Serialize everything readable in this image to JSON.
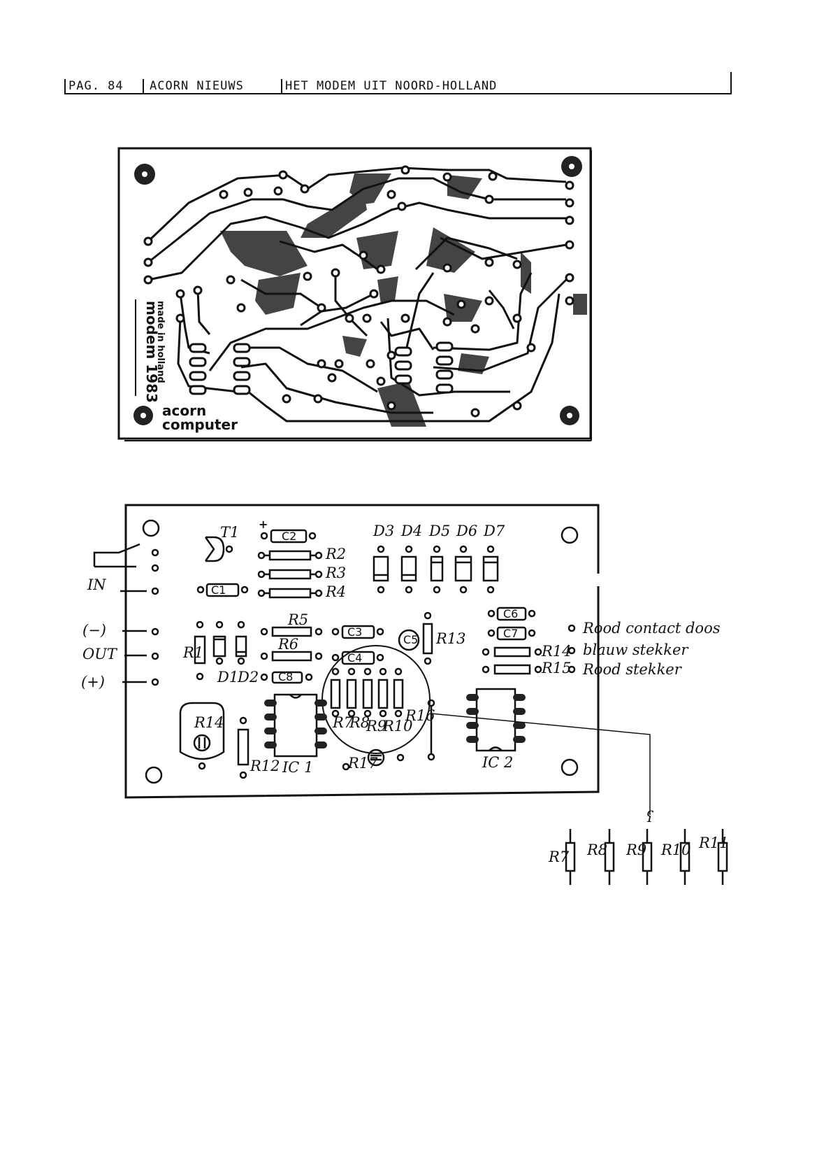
{
  "header": {
    "page": "PAG. 84",
    "magazine": "ACORN NIEUWS",
    "article": "HET MODEM UIT NOORD-HOLLAND"
  },
  "pcb_layout": {
    "board_text_1": "modem 1983",
    "board_text_2": "made in holland",
    "logo_line_1": "acorn",
    "logo_line_2": "computer"
  },
  "component_layout": {
    "io_labels": [
      "IN",
      "(−)",
      "OUT",
      "(+)"
    ],
    "components": {
      "T1": "T1",
      "C1": "C1",
      "C2": "C2",
      "C3": "C3",
      "C4": "C4",
      "C5": "C5",
      "C6": "C6",
      "C7": "C7",
      "C8": "C8",
      "R1": "R1",
      "R2": "R2",
      "R3": "R3",
      "R4": "R4",
      "R5": "R5",
      "R6": "R6",
      "R7": "R7",
      "R8": "R8",
      "R9": "R9",
      "R10": "R10",
      "R12": "R12",
      "R13": "R13",
      "R14": "R14",
      "R15": "R15",
      "R16": "R16",
      "R17": "R17",
      "D1": "D1",
      "D2": "D2",
      "D3": "D3",
      "D4": "D4",
      "D5": "D5",
      "D6": "D6",
      "D7": "D7",
      "IC1": "IC 1",
      "IC2": "IC 2",
      "plus": "+"
    },
    "connectors": [
      "Rood contact doos",
      "blauw stekker",
      "Rood stekker"
    ],
    "detail_resistors": [
      "R7",
      "R8",
      "R9",
      "R10",
      "R11"
    ]
  }
}
